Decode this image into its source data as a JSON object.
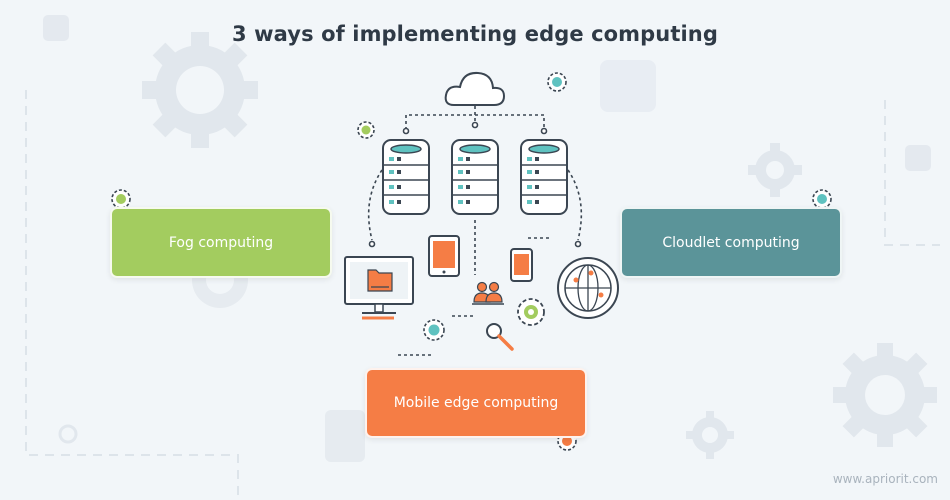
{
  "title": "3 ways of implementing edge computing",
  "boxes": {
    "fog": "Fog computing",
    "cloudlet": "Cloudlet computing",
    "mobile": "Mobile edge computing"
  },
  "footer": "www.apriorit.com",
  "colors": {
    "background": "#f2f6f9",
    "fog": "#a3cc5f",
    "cloudlet": "#5b9499",
    "mobile": "#f57d45",
    "outline": "#3b4652",
    "teal_accent": "#5fc2c0"
  },
  "icons": [
    "cloud-icon",
    "server-icon",
    "monitor-folder-icon",
    "tablet-icon",
    "smartphone-icon",
    "users-icon",
    "magnifier-icon",
    "globe-network-icon",
    "gear-icon"
  ]
}
